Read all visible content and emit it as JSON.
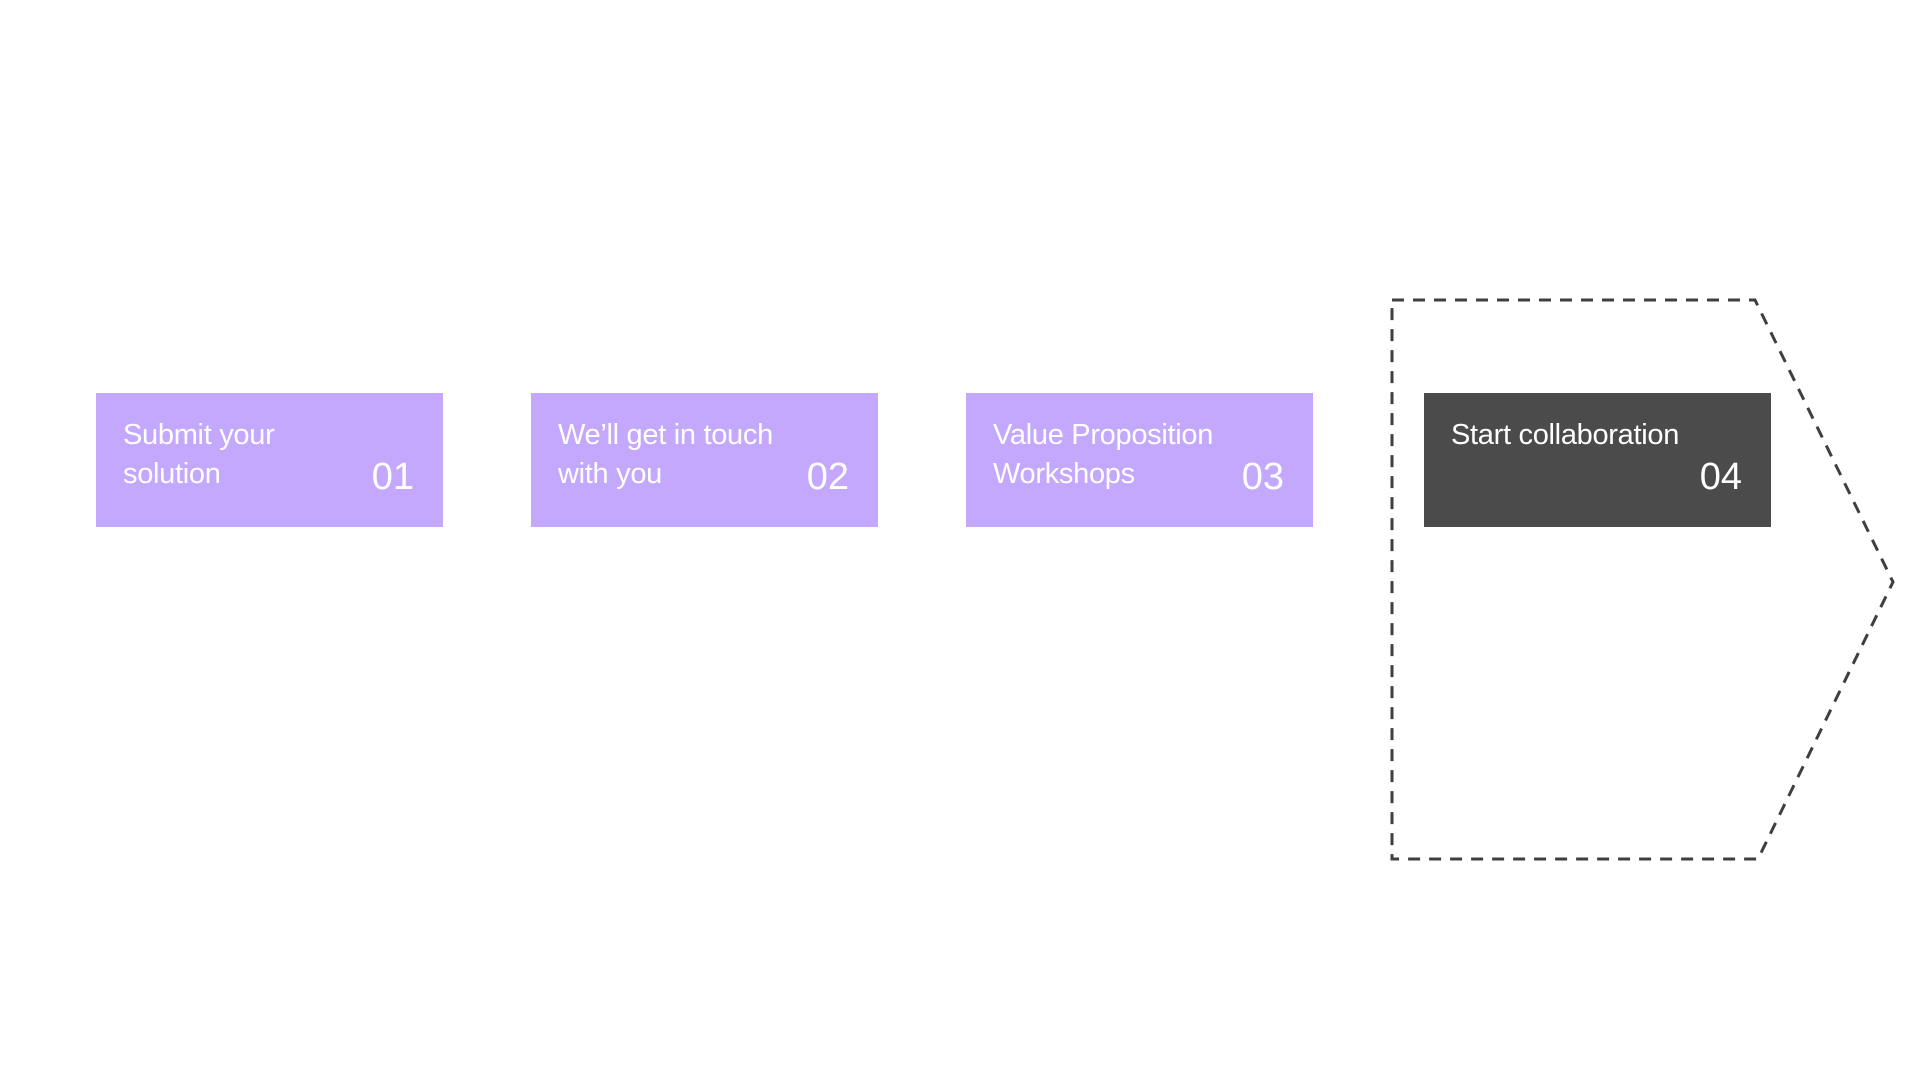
{
  "steps": [
    {
      "label": "Submit your solution",
      "number": "01",
      "state": "pending"
    },
    {
      "label": "We’ll get in touch with you",
      "number": "02",
      "state": "pending"
    },
    {
      "label": "Value Proposition Workshops",
      "number": "03",
      "state": "pending"
    },
    {
      "label": "Start collaboration",
      "number": "04",
      "state": "active"
    }
  ],
  "colors": {
    "pending": "#c4a8fd",
    "active": "#4b4b4b",
    "text": "#ffffff",
    "outline": "#3f3f3f",
    "background": "#ffffff"
  }
}
